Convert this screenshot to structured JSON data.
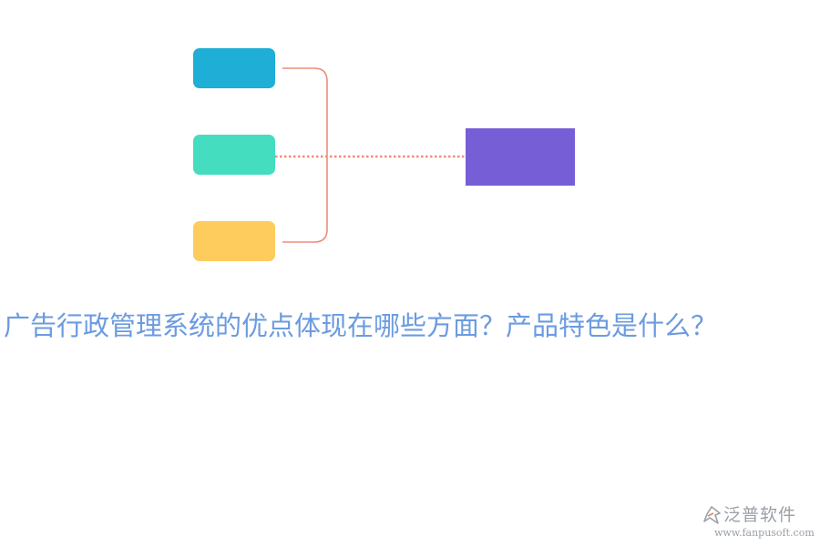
{
  "headline": "广告行政管理系统的优点体现在哪些方面？产品特色是什么？",
  "watermark": {
    "name": "泛普软件",
    "url": "www.fanpusoft.com",
    "icon": "fanpu-logo-icon"
  },
  "colors": {
    "headline": "#6b9be0",
    "node_blue": "#1eaed6",
    "node_teal": "#44ddbf",
    "node_yellow": "#fecb5d",
    "node_purple": "#765ed6",
    "connector": "#ee8d7b"
  },
  "diagram": {
    "nodes": [
      {
        "id": "node-blue",
        "label": ""
      },
      {
        "id": "node-teal",
        "label": ""
      },
      {
        "id": "node-yellow",
        "label": ""
      },
      {
        "id": "node-purple",
        "label": ""
      }
    ]
  }
}
